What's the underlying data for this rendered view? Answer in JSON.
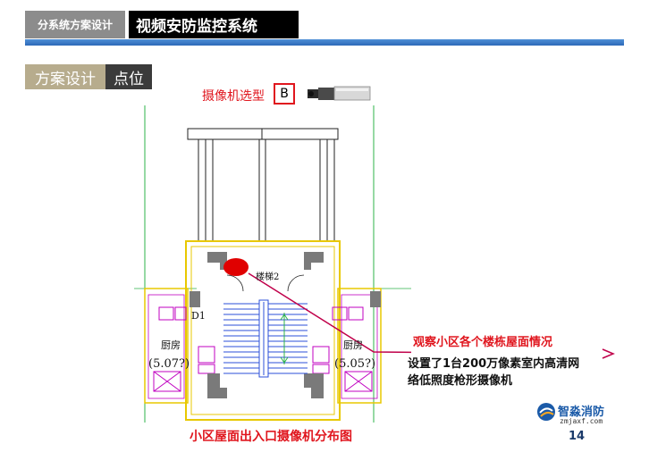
{
  "header": {
    "tag": "分系统方案设计",
    "title": "视频安防监控系统"
  },
  "section": {
    "part_a": "方案设计",
    "part_b": "点位"
  },
  "camera": {
    "label": "摄像机选型",
    "model": "B"
  },
  "plan": {
    "stair_label": "楼梯2",
    "kitchen_left": "厨房",
    "kitchen_right": "厨房",
    "area_left": "(5.07?)",
    "area_right": "(5.05?)",
    "unit_tag": "D1"
  },
  "annotation": {
    "title": "观察小区各个楼栋屋面情况",
    "line1": "设置了1台200万像素室内高清网",
    "line2": "络低照度枪形摄像机"
  },
  "caption": "小区屋面出入口摄像机分布图",
  "logo": {
    "name": "智淼消防",
    "url": "zmjaxf.com"
  },
  "page_number": "14",
  "colors": {
    "accent_red": "#e0161e",
    "header_blue": "#2d69b8",
    "plan_green": "#2db34a",
    "plan_yellow": "#e8c800",
    "plan_magenta": "#c000c0"
  }
}
